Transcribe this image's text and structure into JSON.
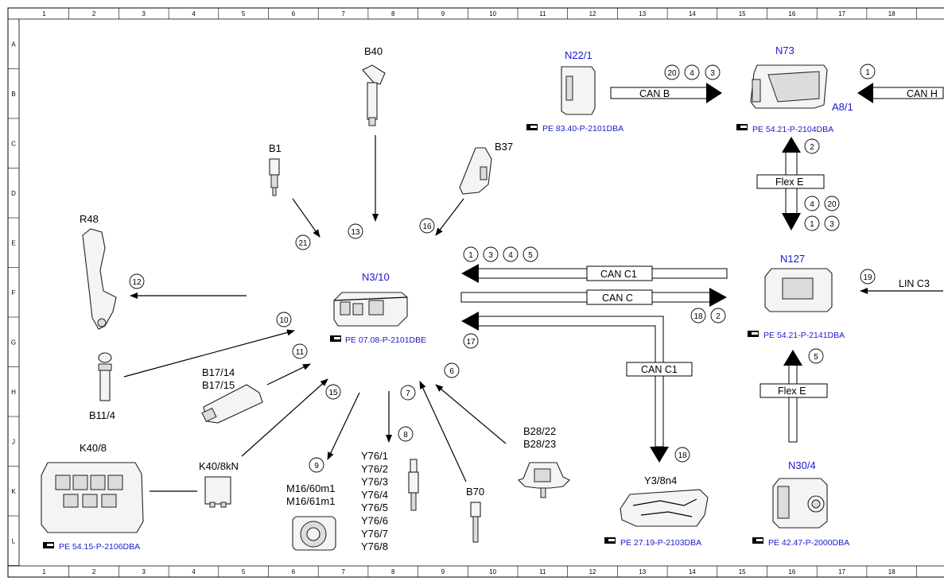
{
  "grid": {
    "columns": [
      "1",
      "2",
      "3",
      "4",
      "5",
      "6",
      "7",
      "8",
      "9",
      "10",
      "11",
      "12",
      "13",
      "14",
      "15",
      "16",
      "17",
      "18"
    ],
    "rows": [
      "A",
      "B",
      "C",
      "D",
      "E",
      "F",
      "G",
      "H",
      "J",
      "K",
      "L"
    ]
  },
  "components": {
    "n3_10": {
      "label": "N3/10",
      "ref": "PE 07.08-P-2101DBE"
    },
    "n22_1": {
      "label": "N22/1",
      "ref": "PE 83.40-P-2101DBA"
    },
    "n73": {
      "label": "N73",
      "label2": "A8/1",
      "ref": "PE 54.21-P-2104DBA"
    },
    "n127": {
      "label": "N127",
      "ref": "PE 54.21-P-2141DBA"
    },
    "n30_4": {
      "label": "N30/4",
      "ref": "PE 42.47-P-2000DBA"
    },
    "y3_8n4": {
      "label": "Y3/8n4",
      "ref": "PE 27.19-P-2103DBA"
    },
    "k40_8": {
      "label": "K40/8",
      "ref": "PE 54.15-P-2106DBA"
    },
    "k40_8kn": {
      "label": "K40/8kN"
    },
    "b40": {
      "label": "B40"
    },
    "b1": {
      "label": "B1"
    },
    "b37": {
      "label": "B37"
    },
    "r48": {
      "label": "R48"
    },
    "b11_4": {
      "label": "B11/4"
    },
    "b17": {
      "line1": "B17/14",
      "line2": "B17/15"
    },
    "m16": {
      "line1": "M16/60m1",
      "line2": "M16/61m1"
    },
    "y76": {
      "lines": [
        "Y76/1",
        "Y76/2",
        "Y76/3",
        "Y76/4",
        "Y76/5",
        "Y76/6",
        "Y76/7",
        "Y76/8"
      ]
    },
    "b70": {
      "label": "B70"
    },
    "b28": {
      "line1": "B28/22",
      "line2": "B28/23"
    }
  },
  "buses": {
    "can_b": "CAN B",
    "can_h": "CAN H",
    "can_c1_top": "CAN C1",
    "can_c": "CAN C",
    "can_c1_bottom": "CAN C1",
    "flex_e_top": "Flex E",
    "flex_e_bottom": "Flex E",
    "lin_c3": "LIN C3"
  },
  "signals": {
    "s20a": "20",
    "s4a": "4",
    "s3a": "3",
    "s1a": "1",
    "s2a": "2",
    "s4b": "4",
    "s20b": "20",
    "s1b": "1",
    "s3b": "3",
    "s1c": "1",
    "s3c": "3",
    "s4c": "4",
    "s5c": "5",
    "s18a": "18",
    "s2b": "2",
    "s19": "19",
    "s17": "17",
    "s5d": "5",
    "s18b": "18",
    "s21": "21",
    "s13": "13",
    "s16": "16",
    "s12": "12",
    "s10": "10",
    "s11": "11",
    "s15": "15",
    "s9": "9",
    "s8": "8",
    "s7": "7",
    "s6": "6"
  }
}
